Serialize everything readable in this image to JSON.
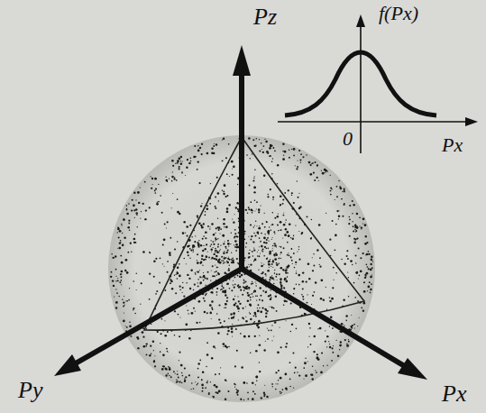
{
  "diagram": {
    "labels": [
      "Pz",
      "f(Px)",
      "0",
      "Px",
      "Py",
      "Px"
    ]
  }
}
